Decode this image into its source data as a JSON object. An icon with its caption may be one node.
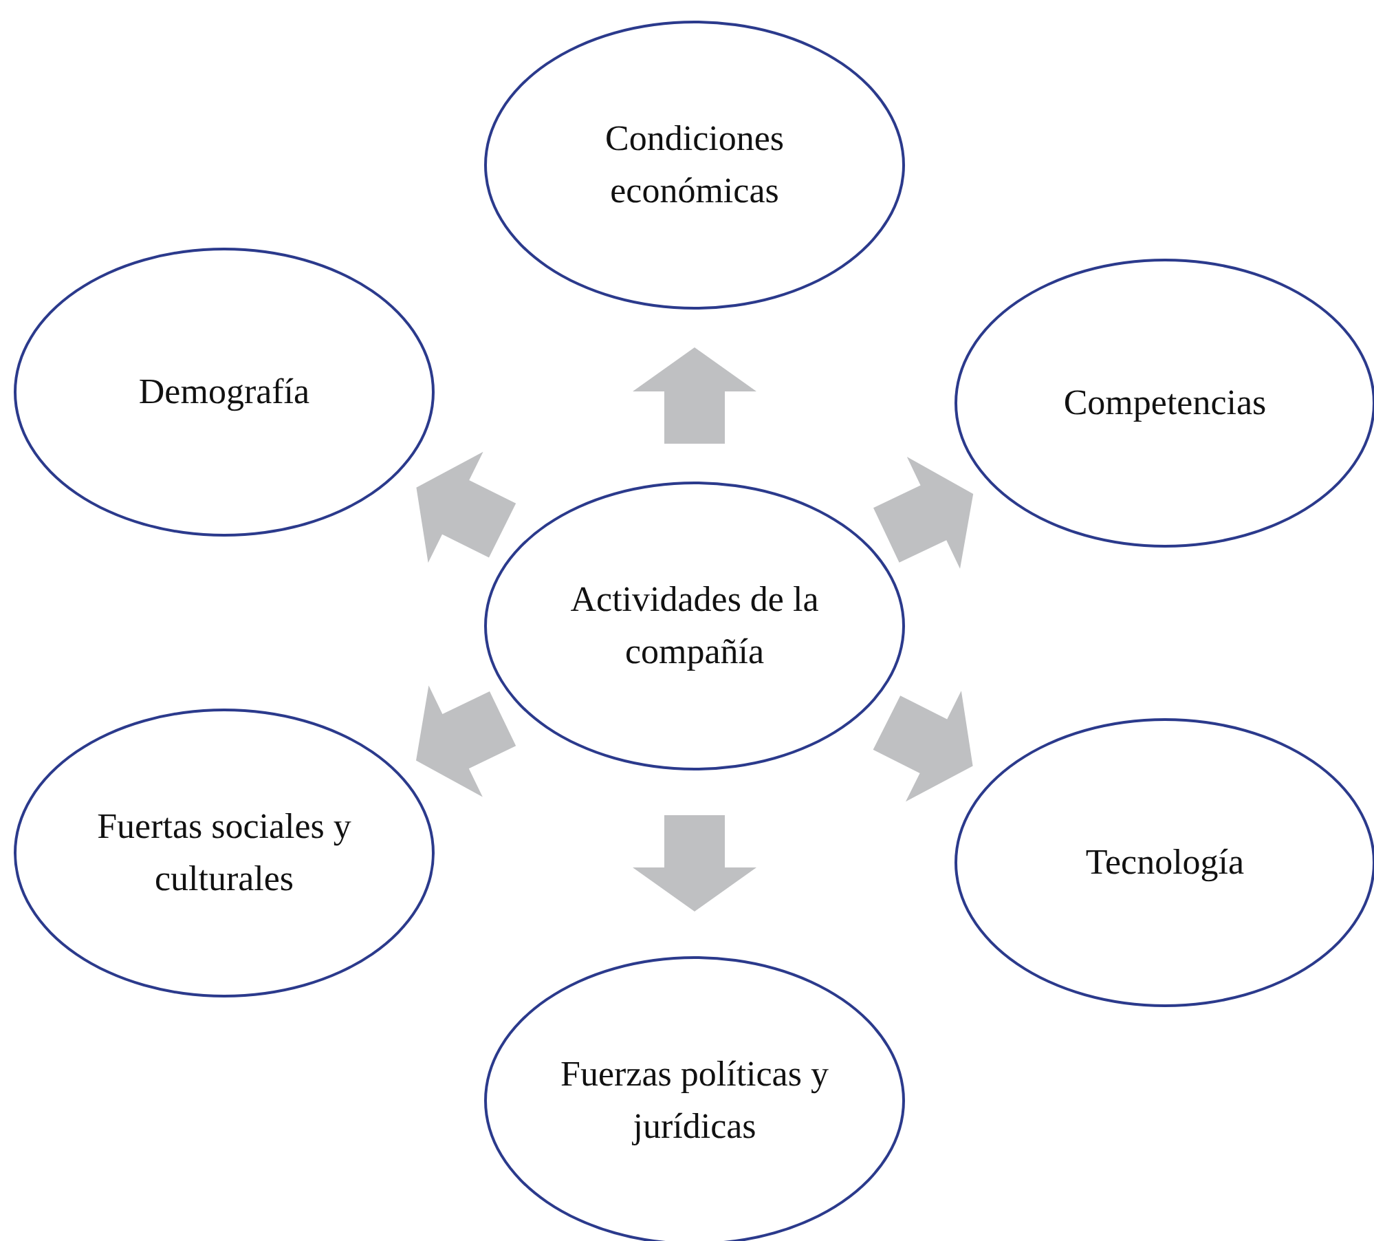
{
  "diagram": {
    "nodes": [
      {
        "text": [
          "Actividades de la compañía"
        ]
      },
      {
        "text": [
          "Condiciones económicas"
        ]
      },
      {
        "text": [
          "Demografía"
        ]
      },
      {
        "text": [
          "Competencias"
        ]
      },
      {
        "text": [
          "Fuertas sociales y culturales"
        ]
      },
      {
        "text": [
          "Tecnología"
        ]
      },
      {
        "text": [
          "Fuerzas políticas y jurídicas"
        ]
      }
    ],
    "edges": [
      {
        "from": 0,
        "to": 1,
        "arrow": "to"
      },
      {
        "from": 0,
        "to": 2,
        "arrow": "to"
      },
      {
        "from": 0,
        "to": 3,
        "arrow": "to"
      },
      {
        "from": 0,
        "to": 4,
        "arrow": "to"
      },
      {
        "from": 0,
        "to": 5,
        "arrow": "to"
      },
      {
        "from": 0,
        "to": 6,
        "arrow": "to"
      }
    ]
  }
}
